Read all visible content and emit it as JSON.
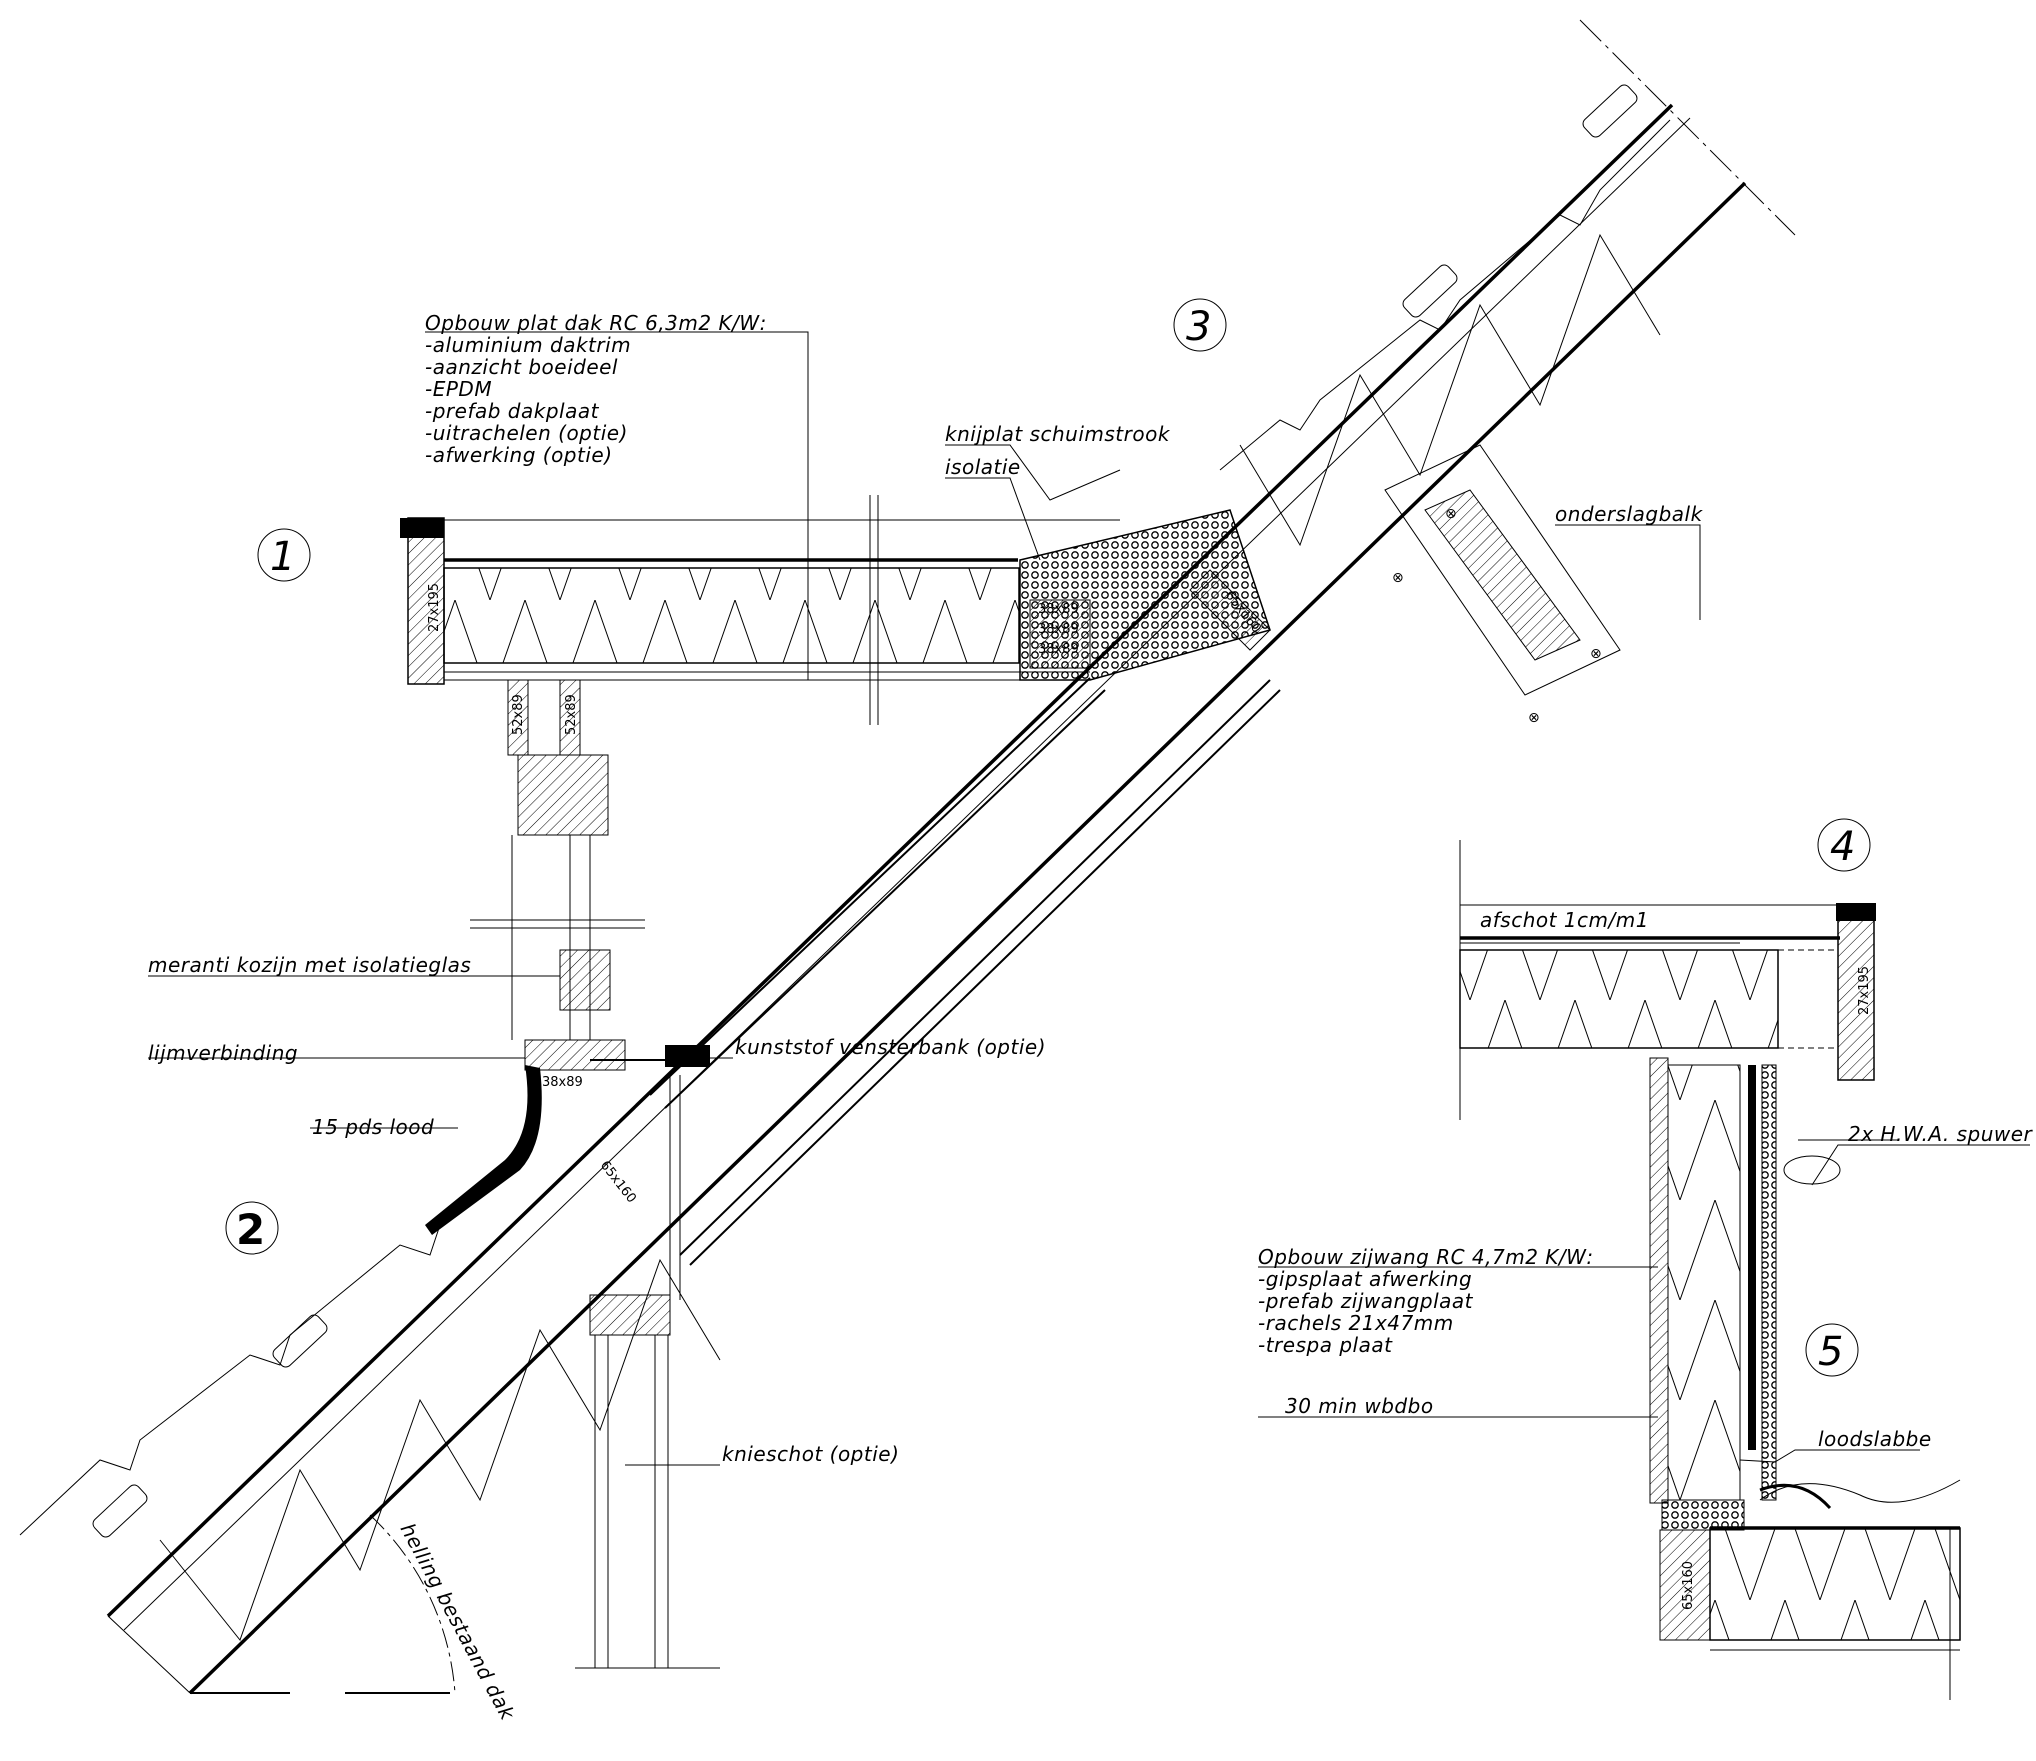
{
  "roof_build_up": {
    "heading": "Opbouw plat dak RC 6,3m2 K/W:",
    "items": [
      "-aluminium daktrim",
      "-aanzicht boeideel",
      "-EPDM",
      "-prefab dakplaat",
      "-uitrachelen (optie)",
      "-afwerking (optie)"
    ]
  },
  "wall_build_up": {
    "heading": "Opbouw zijwang RC 4,7m2 K/W:",
    "items": [
      "-gipsplaat afwerking",
      "-prefab zijwangplaat",
      "-rachels 21x47mm",
      "-trespa plaat"
    ]
  },
  "callouts": {
    "knijplat": "knijplat schuimstrook",
    "isolatie": "isolatie",
    "onderslagbalk": "onderslagbalk",
    "kozijn": "meranti kozijn met isolatieglas",
    "lijmverbinding": "lijmverbinding",
    "vensterbank": "kunststof vensterbank (optie)",
    "lood": "15 pds lood",
    "knieschot": "knieschot (optie)",
    "helling": "helling bestaand dak",
    "afschot": "afschot 1cm/m1",
    "hwa": "2x H.W.A. spuwer",
    "wbdbo": "30 min wbdbo",
    "loodslabbe": "loodslabbe"
  },
  "detail_numbers": [
    "1",
    "2",
    "3",
    "4",
    "5"
  ],
  "dimensions": {
    "boeideel": "27x195",
    "stijl_a": "52x89",
    "stijl_b": "52x89",
    "regel_1": "38x89",
    "regel_2": "38x89",
    "regel_3": "38x89",
    "sill": "38x89",
    "balk_top": "65x160",
    "balk_mid": "65x160",
    "boeideel_4": "27x195",
    "balk_5": "65x160"
  }
}
